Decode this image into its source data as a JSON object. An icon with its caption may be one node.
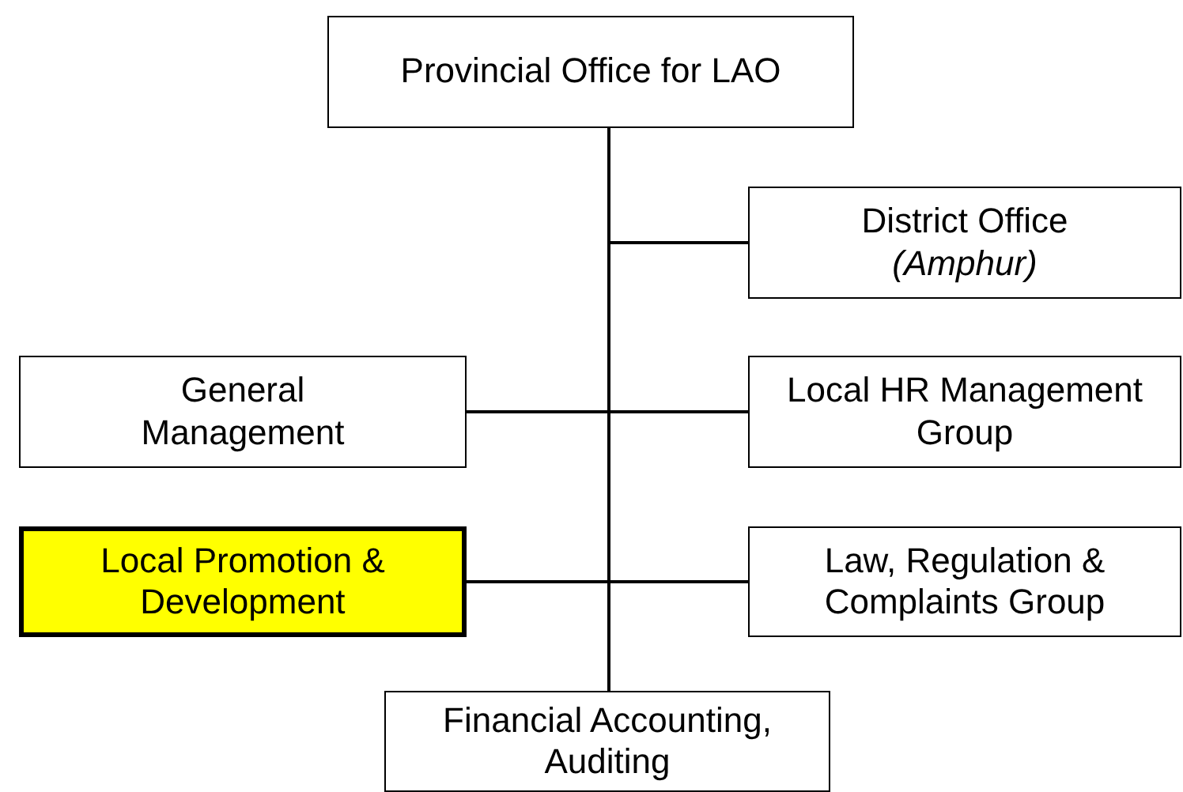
{
  "diagram": {
    "nodes": [
      {
        "text": [
          "Provincial Office for LAO"
        ]
      },
      {
        "text": [
          "District Office *(Amphur)*"
        ]
      },
      {
        "text": [
          "General Management"
        ]
      },
      {
        "text": [
          "Local HR Management Group"
        ]
      },
      {
        "text": [
          "Local Promotion & Development"
        ]
      },
      {
        "text": [
          "Law, Regulation & Complaints Group"
        ]
      },
      {
        "text": [
          "Financial Accounting, Auditing"
        ]
      }
    ],
    "edges": [
      {
        "from": 0,
        "to": 1,
        "arrow": "none"
      },
      {
        "from": 0,
        "to": 2,
        "arrow": "none"
      },
      {
        "from": 0,
        "to": 3,
        "arrow": "none"
      },
      {
        "from": 0,
        "to": 4,
        "arrow": "none"
      },
      {
        "from": 0,
        "to": 5,
        "arrow": "none"
      },
      {
        "from": 0,
        "to": 6,
        "arrow": "none"
      }
    ]
  }
}
